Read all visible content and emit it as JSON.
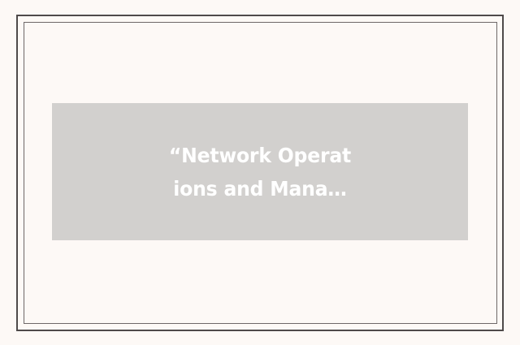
{
  "card": {
    "background_color": "#fdf9f6",
    "outer_frame": {
      "name": "outer-border",
      "color": "#4f4a4a"
    },
    "inner_frame": {
      "name": "inner-border",
      "color": "#6e6868"
    }
  },
  "placeholder": {
    "background_color": "#d2d0ce",
    "text_color": "#ffffff",
    "caption_line_1": "“Network Operat",
    "caption_line_2": "ions and Mana…",
    "caption_full": "“Network Operat\nions and Mana…"
  }
}
